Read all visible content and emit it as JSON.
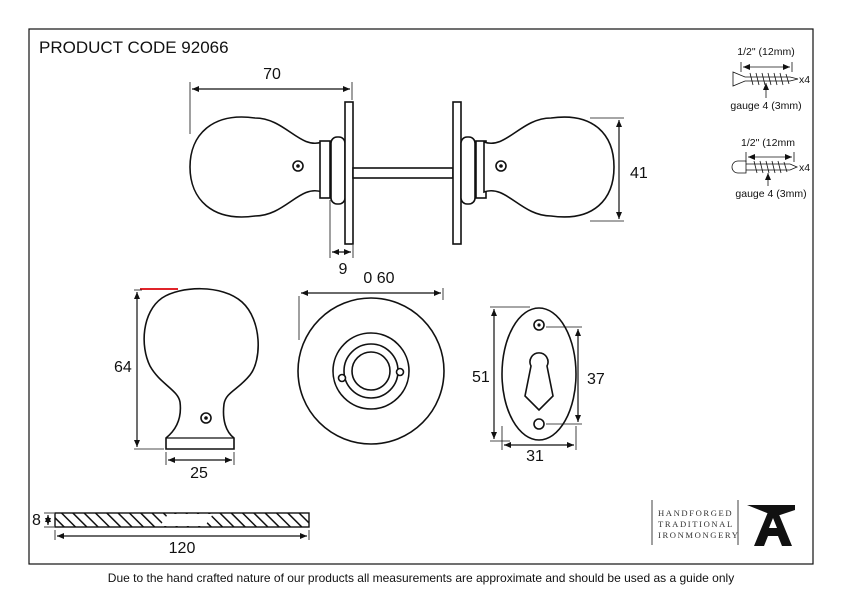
{
  "product_code": "PRODUCT CODE 92066",
  "dimensions": {
    "width_pair": "70",
    "rose_thickness": "9",
    "height_pair": "41",
    "rose_diameter": "0 60",
    "knob_height": "64",
    "knob_base": "25",
    "escutcheon_height": "51",
    "escutcheon_inner": "37",
    "escutcheon_width": "31",
    "spindle_thickness": "8",
    "spindle_length": "120"
  },
  "screws": [
    {
      "length": "1/2\" (12mm)",
      "quantity": "x4",
      "gauge": "gauge 4 (3mm)"
    },
    {
      "length": "1/2\" (12mm",
      "quantity": "x4",
      "gauge": "gauge 4 (3mm)"
    }
  ],
  "brand": {
    "lines": [
      "HANDFORGED",
      "TRADITIONAL",
      "IRONMONGERY"
    ],
    "logo_letter": "A"
  },
  "disclaimer": "Due to the hand crafted nature of our products all measurements are approximate and should be used as a guide only",
  "colors": {
    "ink": "#111111",
    "accent_red": "#e0242a"
  }
}
